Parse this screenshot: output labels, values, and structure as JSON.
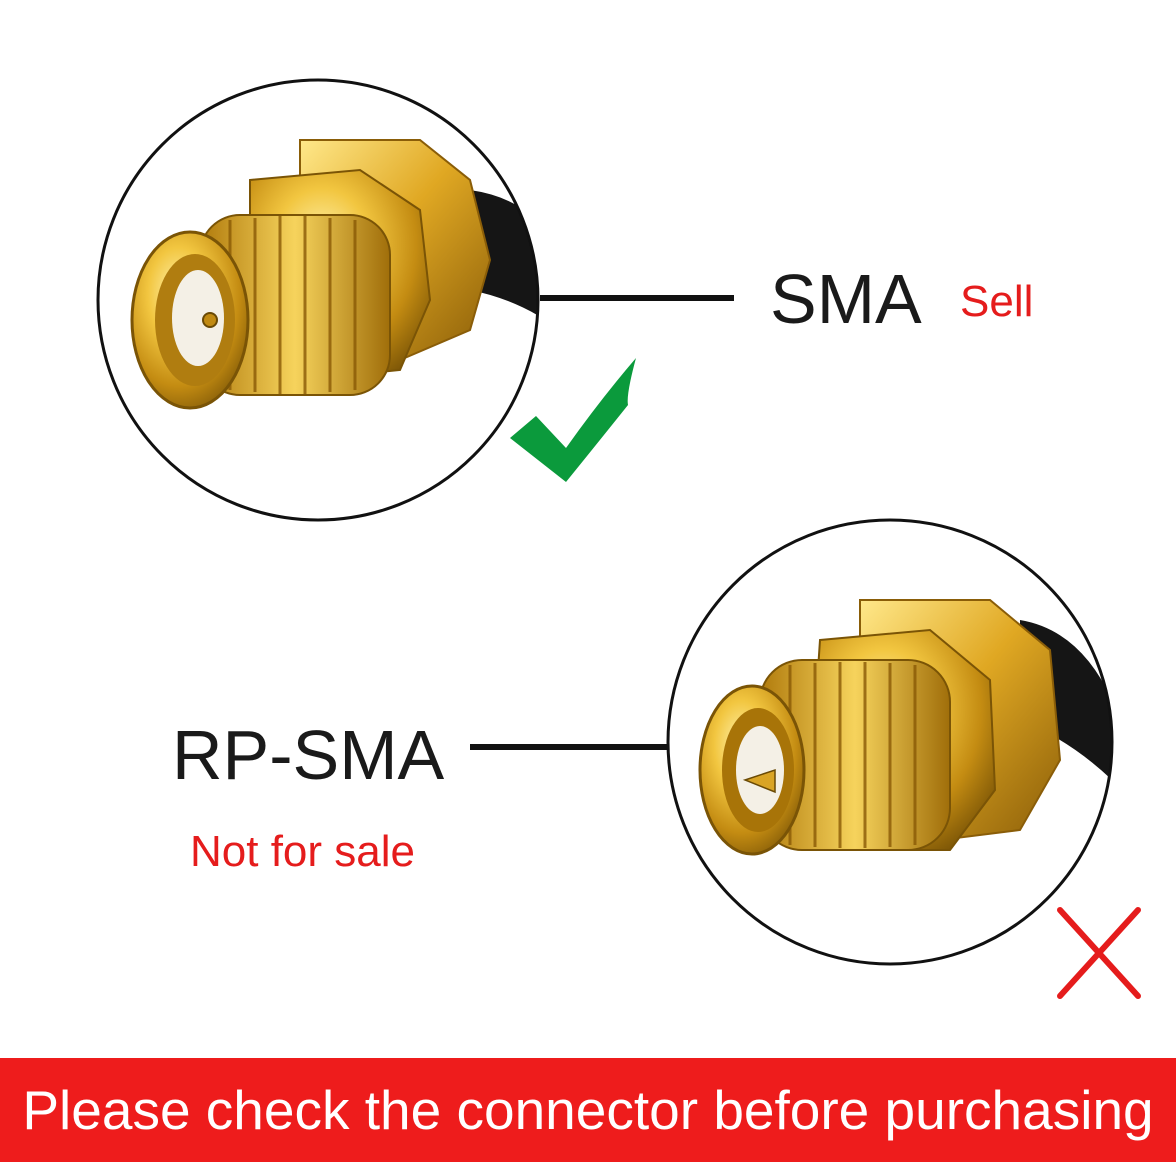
{
  "top_connector": {
    "label": "SMA",
    "note": "Sell",
    "status_icon": "check-mark-icon"
  },
  "bottom_connector": {
    "label": "RP-SMA",
    "note": "Not for sale",
    "status_icon": "cross-mark-icon"
  },
  "banner": {
    "text": "Please check the connector before purchasing"
  },
  "colors": {
    "note_red": "#e51c1c",
    "banner_red": "#ee1c1c",
    "check_green": "#0b9a3c",
    "gold": "#d8a820"
  }
}
